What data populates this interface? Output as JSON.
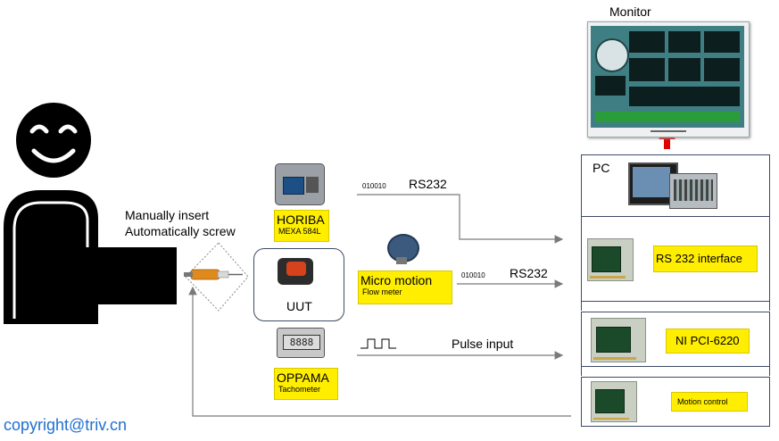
{
  "monitor": {
    "title": "Monitor"
  },
  "pc": {
    "label": "PC"
  },
  "labels": {
    "manual_insert": "Manually insert",
    "auto_screw": "Automatically screw",
    "uut": "UUT",
    "rs232_top": "RS232",
    "rs232_mid": "RS232",
    "pulse_input": "Pulse input",
    "bits_top": "010010",
    "bits_mid": "010010"
  },
  "devices": {
    "horiba": {
      "name": "HORIBA",
      "model": "MEXA 584L"
    },
    "micromotion": {
      "name": "Micro motion",
      "model": "Flow meter"
    },
    "oppama": {
      "name": "OPPAMA",
      "model": "Tachometer"
    }
  },
  "interfaces": {
    "rs232": "RS 232 interface",
    "ni_pci": "NI PCI-6220",
    "motion": "Motion control"
  },
  "copyright": "copyright@triv.cn",
  "colors": {
    "accent_yellow": "#ffee00",
    "panel_border": "#3d4a66",
    "arrow_red": "#e00000",
    "copyright_blue": "#1f6fd1"
  }
}
